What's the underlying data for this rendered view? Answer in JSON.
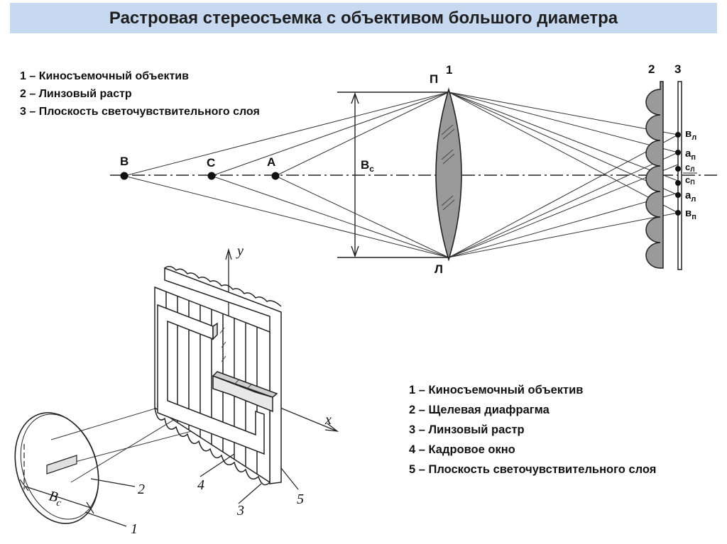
{
  "title": "Растровая стереосъемка с объективом большого диаметра",
  "legend_top": [
    "1 – Киносъемочный объектив",
    "2 – Линзовый растр",
    "3 – Плоскость светочувствительного слоя"
  ],
  "legend_bottom": [
    "1 – Киносъемочный объектив",
    "2 – Щелевая диафрагма",
    "3 – Линзовый растр",
    "4 – Кадровое окно",
    "5 – Плоскость светочувствительного слоя"
  ],
  "optical": {
    "point_b": "B",
    "point_c": "C",
    "point_a": "A",
    "base_label": "B",
    "base_sub": "c",
    "lens_number": "1",
    "lens_top": "П",
    "lens_bottom": "Л",
    "raster_number": "2",
    "layer_number": "3",
    "img_vl": "в",
    "img_vl_sub": "л",
    "img_ap": "а",
    "img_ap_sub": "п",
    "img_cl": "c",
    "img_cl_sub": "Л",
    "img_cp": "c",
    "img_cp_sub": "П",
    "img_al": "а",
    "img_al_sub": "л",
    "img_vp": "в",
    "img_vp_sub": "п"
  },
  "iso": {
    "axis_y": "y",
    "axis_x": "x",
    "base_label": "B",
    "base_sub": "c",
    "n1": "1",
    "n2": "2",
    "n3": "3",
    "n4": "4",
    "n5": "5"
  }
}
